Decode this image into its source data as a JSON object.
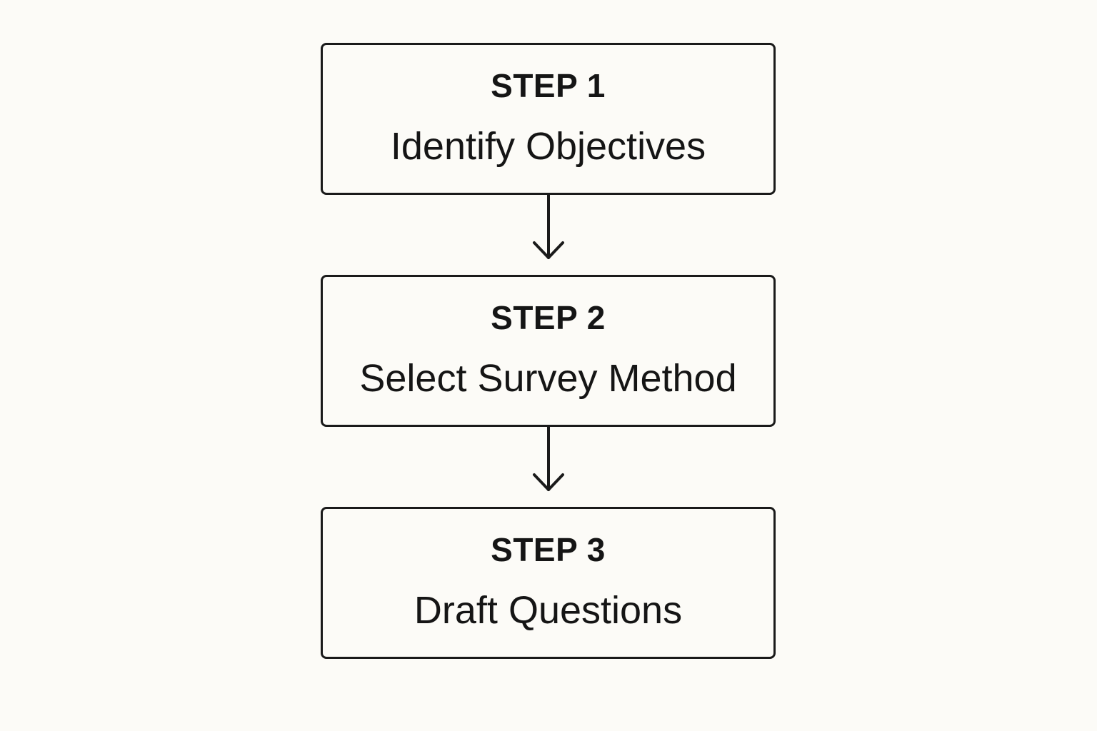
{
  "steps": [
    {
      "label": "STEP 1",
      "title": "Identify Objectives"
    },
    {
      "label": "STEP 2",
      "title": "Select Survey Method"
    },
    {
      "label": "STEP 3",
      "title": "Draft Questions"
    }
  ],
  "colors": {
    "background": "#fcfbf7",
    "stroke": "#1a1a1a",
    "text": "#151515"
  },
  "icons": {
    "connector": "arrow-down-icon"
  }
}
